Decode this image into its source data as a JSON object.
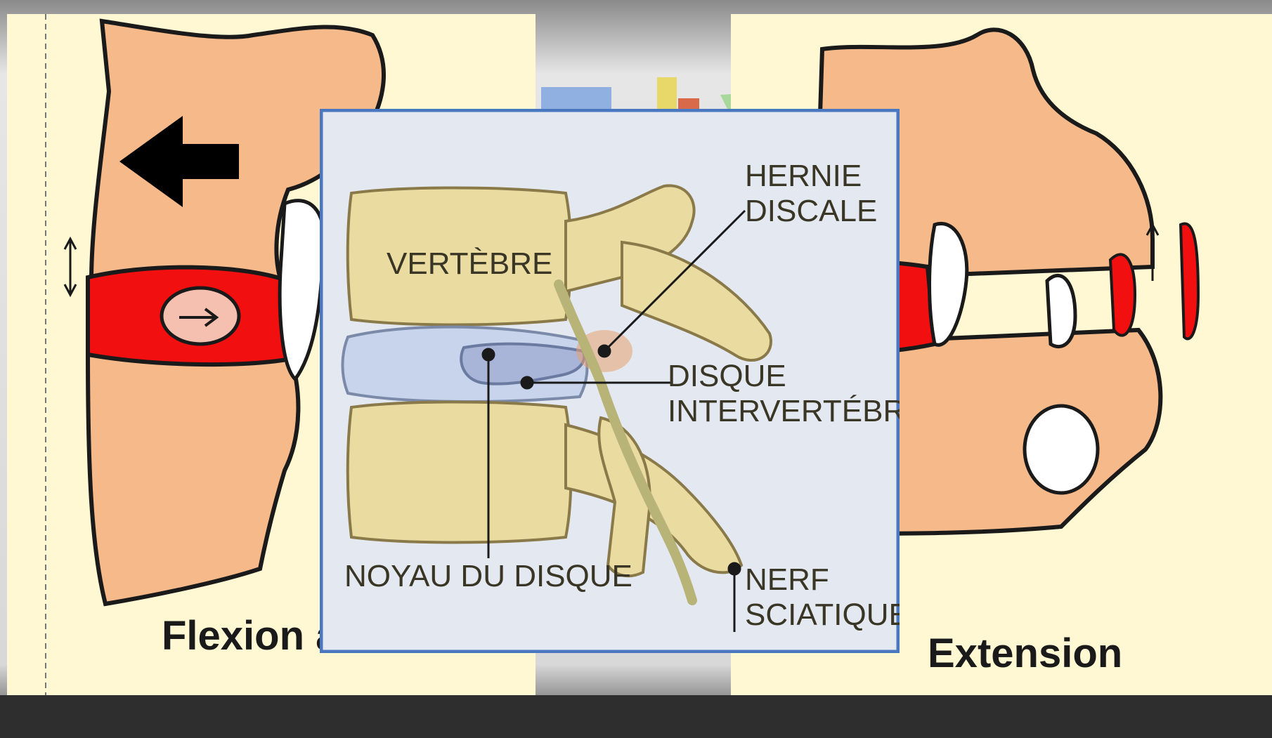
{
  "left_panel": {
    "caption": "Flexion antérieure"
  },
  "right_panel": {
    "caption": "Extension"
  },
  "inset": {
    "labels": {
      "vertebre": "VERTÈBRE",
      "hernie_line1": "HERNIE",
      "hernie_line2": "DISCALE",
      "disque_line1": "DISQUE",
      "disque_line2": "INTERVERTÉBRAL",
      "noyau": "NOYAU DU DISQUE",
      "nerf_line1": "NERF",
      "nerf_line2": "SCIATIQUE"
    }
  },
  "colors": {
    "bone": "#F5B98A",
    "disc_red": "#F20F0F",
    "panel_bg": "#FFF8D2",
    "inset_bg": "#E4E8F0",
    "inset_bone": "#EADBA0",
    "inset_disc": "#C8D4EC"
  }
}
